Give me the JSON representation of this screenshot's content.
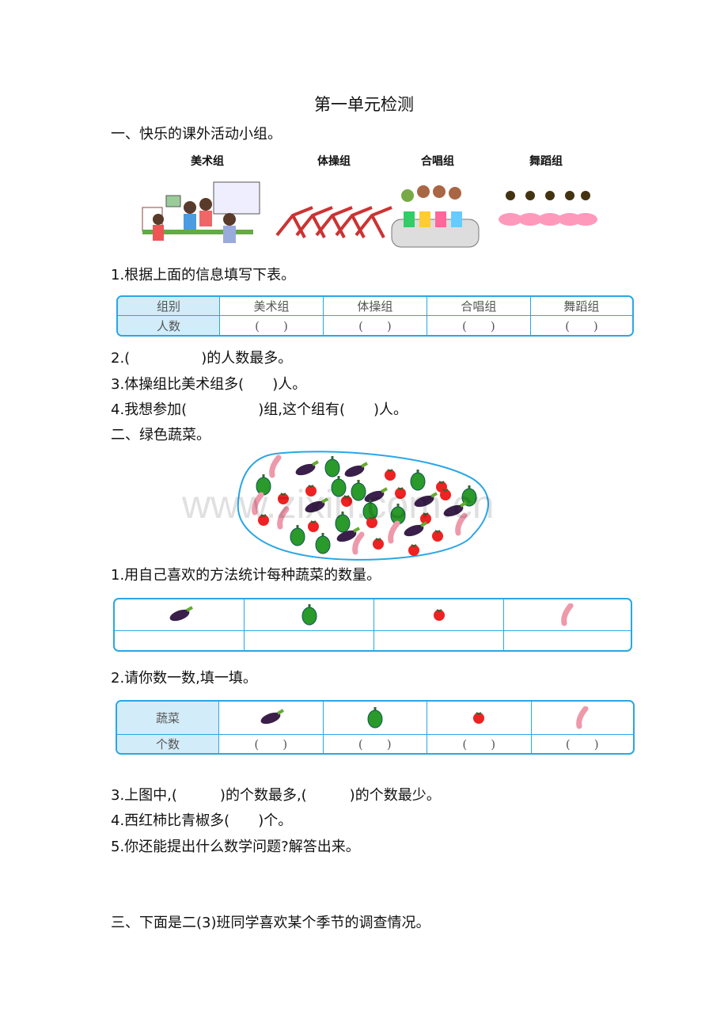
{
  "title": "第一单元检测",
  "section1": {
    "heading": "一、快乐的课外活动小组。",
    "groups": [
      "美术组",
      "体操组",
      "合唱组",
      "舞蹈组"
    ],
    "q1": "1.根据上面的信息填写下表。",
    "table": {
      "row1_header": "组别",
      "row2_header": "人数",
      "blank": "(　　)"
    },
    "q2": "2.(　　　　　)的人数最多。",
    "q3": "3.体操组比美术组多(　　)人。",
    "q4": "4.我想参加(　　　　　)组,这个组有(　　)人。"
  },
  "section2": {
    "heading": "二、绿色蔬菜。",
    "q1": "1.用自己喜欢的方法统计每种蔬菜的数量。",
    "vegetables": [
      "eggplant-icon",
      "pepper-icon",
      "tomato-icon",
      "radish-icon"
    ],
    "q2": "2.请你数一数,填一填。",
    "table": {
      "row1_header": "蔬菜",
      "row2_header": "个数",
      "blank": "(　　)"
    },
    "q3": "3.上图中,(　　　)的个数最多,(　　　)的个数最少。",
    "q4": "4.西红柿比青椒多(　　)个。",
    "q5": "5.你还能提出什么数学问题?解答出来。"
  },
  "section3": {
    "heading": "三、下面是二(3)班同学喜欢某个季节的调查情况。"
  },
  "watermark": "www.zixin.com.cn",
  "colors": {
    "table_border": "#2aa6e6",
    "header_fill": "#d3ecf9"
  }
}
